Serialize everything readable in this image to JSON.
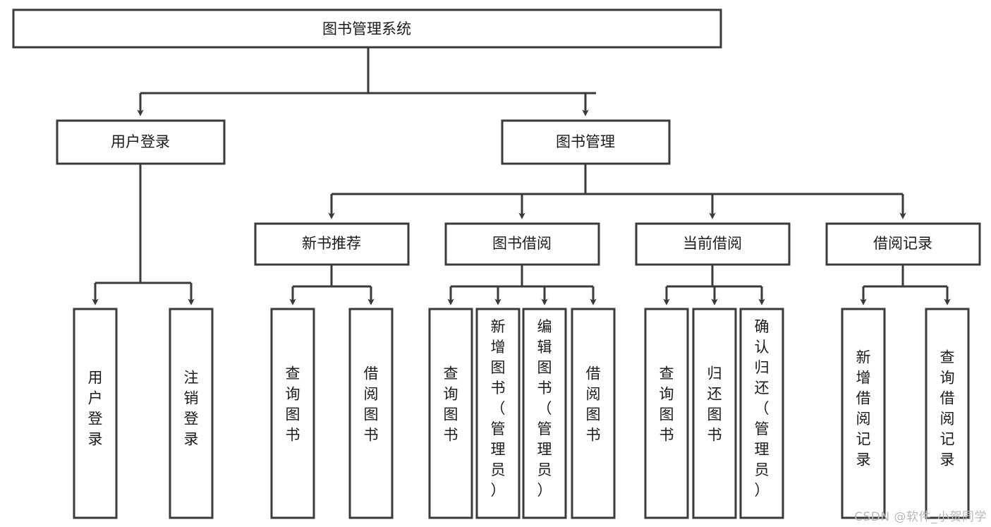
{
  "diagram": {
    "type": "tree",
    "title": "图书管理系统",
    "root": {
      "id": "root",
      "label": "图书管理系统",
      "orientation": "horizontal"
    },
    "level2": [
      {
        "id": "user-login",
        "label": "用户登录",
        "orientation": "horizontal"
      },
      {
        "id": "book-manage",
        "label": "图书管理",
        "orientation": "horizontal"
      }
    ],
    "level3": [
      {
        "id": "new-book-recommend",
        "label": "新书推荐",
        "parent": "book-manage",
        "orientation": "horizontal"
      },
      {
        "id": "book-borrow",
        "label": "图书借阅",
        "parent": "book-manage",
        "orientation": "horizontal"
      },
      {
        "id": "current-borrow",
        "label": "当前借阅",
        "parent": "book-manage",
        "orientation": "horizontal"
      },
      {
        "id": "borrow-record",
        "label": "借阅记录",
        "parent": "book-manage",
        "orientation": "horizontal"
      }
    ],
    "leaves": [
      {
        "id": "leaf-user-login",
        "label": "用户登录",
        "parent": "user-login",
        "orientation": "vertical"
      },
      {
        "id": "leaf-logout-login",
        "label": "注销登录",
        "parent": "user-login",
        "orientation": "vertical"
      },
      {
        "id": "leaf-query-book-1",
        "label": "查询图书",
        "parent": "new-book-recommend",
        "orientation": "vertical"
      },
      {
        "id": "leaf-borrow-book-1",
        "label": "借阅图书",
        "parent": "new-book-recommend",
        "orientation": "vertical"
      },
      {
        "id": "leaf-query-book-2",
        "label": "查询图书",
        "parent": "book-borrow",
        "orientation": "vertical"
      },
      {
        "id": "leaf-add-book",
        "label": "新增图书（管理员）",
        "parent": "book-borrow",
        "orientation": "vertical"
      },
      {
        "id": "leaf-edit-book",
        "label": "编辑图书（管理员）",
        "parent": "book-borrow",
        "orientation": "vertical"
      },
      {
        "id": "leaf-borrow-book-2",
        "label": "借阅图书",
        "parent": "book-borrow",
        "orientation": "vertical"
      },
      {
        "id": "leaf-query-book-3",
        "label": "查询图书",
        "parent": "current-borrow",
        "orientation": "vertical"
      },
      {
        "id": "leaf-return-book",
        "label": "归还图书",
        "parent": "current-borrow",
        "orientation": "vertical"
      },
      {
        "id": "leaf-confirm-return",
        "label": "确认归还（管理员）",
        "parent": "current-borrow",
        "orientation": "vertical"
      },
      {
        "id": "leaf-add-record",
        "label": "新增借阅记录",
        "parent": "borrow-record",
        "orientation": "vertical"
      },
      {
        "id": "leaf-query-record",
        "label": "查询借阅记录",
        "parent": "borrow-record",
        "orientation": "vertical"
      }
    ],
    "colors": {
      "stroke": "#3a3a3a",
      "fill": "#ffffff",
      "text": "#1b1b1b",
      "watermark": "#b9b9b9"
    }
  },
  "watermark": {
    "text": "CSDN @软件_小贺同学"
  }
}
